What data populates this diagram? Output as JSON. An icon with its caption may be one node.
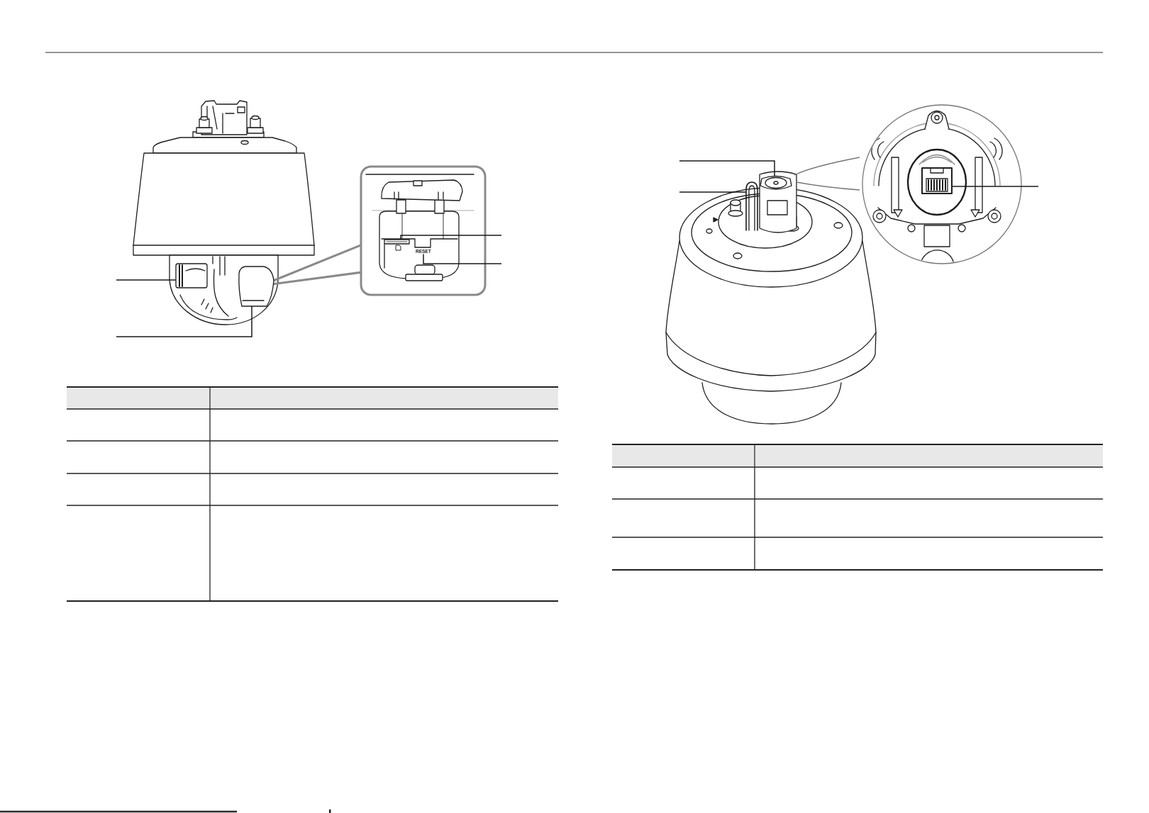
{
  "diagram": {
    "nodes": [
      {
        "text": [],
        "shape": "picture"
      },
      {
        "text": [],
        "shape": "picture"
      },
      {
        "text": [],
        "shape": "picture"
      },
      {
        "text": [
          "RESET"
        ]
      },
      {
        "text": [],
        "shape": "picture"
      },
      {
        "text": [],
        "shape": "picture"
      },
      {
        "text": [],
        "shape": "picture"
      }
    ],
    "edges": [
      {
        "from": null,
        "to": 0,
        "arrow": "none"
      },
      {
        "from": null,
        "to": 1,
        "arrow": "none"
      },
      {
        "from": null,
        "to": 2,
        "arrow": "none"
      },
      {
        "from": null,
        "to": 3,
        "arrow": "none"
      },
      {
        "from": null,
        "to": 4,
        "arrow": "none"
      },
      {
        "from": null,
        "to": 5,
        "arrow": "none"
      },
      {
        "from": null,
        "to": 6,
        "arrow": "none"
      }
    ]
  }
}
